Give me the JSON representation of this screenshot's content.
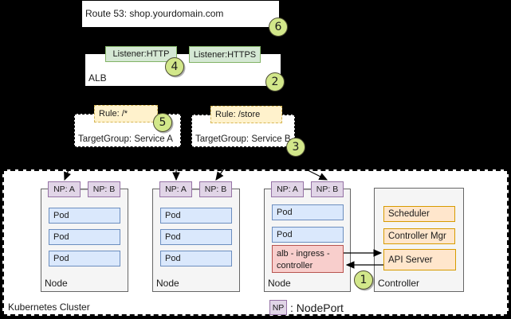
{
  "dns": {
    "label": "Route 53: shop.yourdomain.com"
  },
  "alb": {
    "label": "ALB",
    "listeners": [
      "Listener:HTTP",
      "Listener:HTTPS"
    ]
  },
  "rules": [
    {
      "label": "Rule: /*"
    },
    {
      "label": "Rule: /store"
    }
  ],
  "target_groups": [
    {
      "label": "TargetGroup: Service A"
    },
    {
      "label": "TargetGroup: Service B"
    }
  ],
  "badges": {
    "b1": "1",
    "b2": "2",
    "b3": "3",
    "b4": "4",
    "b5": "5",
    "b6": "6"
  },
  "cluster": {
    "label": "Kubernetes Cluster",
    "nodes": [
      {
        "label": "Node",
        "nodeports": [
          "NP: A",
          "NP: B"
        ],
        "pods": [
          "Pod",
          "Pod",
          "Pod"
        ]
      },
      {
        "label": "Node",
        "nodeports": [
          "NP: A",
          "NP: B"
        ],
        "pods": [
          "Pod",
          "Pod",
          "Pod"
        ]
      },
      {
        "label": "Node",
        "nodeports": [
          "NP: A",
          "NP: B"
        ],
        "pods": [
          "Pod",
          "Pod"
        ],
        "ingress": "alb - ingress - controller"
      }
    ],
    "controller": {
      "label": "Controller",
      "components": [
        "Scheduler",
        "Controller Mgr",
        "API Server"
      ]
    },
    "legend": {
      "np": "NP",
      "text": ": NodePort"
    }
  },
  "colors": {
    "background": "#000000",
    "plain_box_fill": "#FFFFFF",
    "listener_fill": "#D5E8D4",
    "listener_border": "#82B366",
    "rule_fill": "#FFF2CC",
    "rule_border": "#D6B656",
    "nodeport_fill": "#E1D5E7",
    "nodeport_border": "#9673A6",
    "pod_fill": "#DAE8FC",
    "pod_border": "#6C8EBF",
    "ingress_fill": "#F8CECC",
    "ingress_border": "#B85450",
    "component_fill": "#FFE6CC",
    "component_border": "#D79B00",
    "container_fill": "#F5F5F5",
    "container_border": "#666666",
    "badge_fill": "#D2E78A",
    "badge_border": "#4C4C33"
  }
}
